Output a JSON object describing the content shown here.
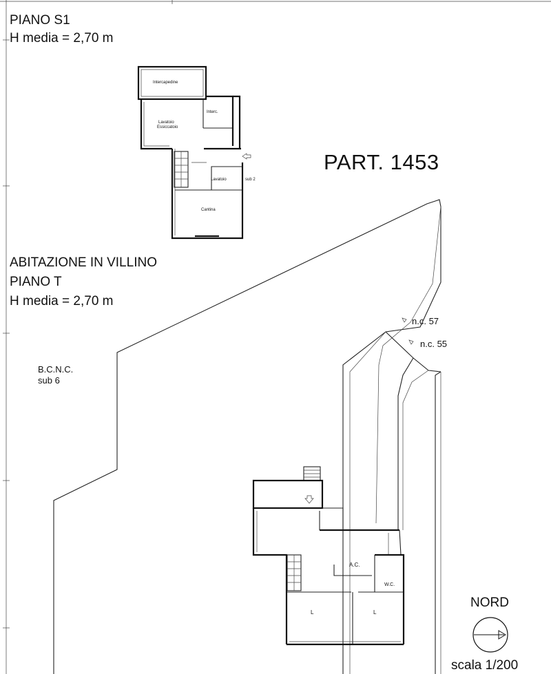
{
  "floor_s1": {
    "title": "PIANO S1",
    "height": "H media = 2,70 m",
    "rooms": {
      "intercapedine": "Intercapedine",
      "interc": "Interc.",
      "lavatoio_essiccatoio_1": "Lavatoio",
      "lavatoio_essiccatoio_2": "Essiccatoio",
      "lavatoio": "Lavatoio",
      "cantina": "Cantina",
      "sub": "sub 2"
    }
  },
  "parcel": "PART. 1453",
  "floor_t": {
    "title_1": "ABITAZIONE IN VILLINO",
    "title_2": "PIANO T",
    "height": "H media = 2,70 m",
    "common": "B.C.N.C.",
    "common_sub": "sub 6",
    "civic_1": "n.c. 57",
    "civic_2": "n.c. 55",
    "rooms": {
      "ac": "A.C.",
      "wc": "W.C.",
      "l1": "L",
      "l2": "L"
    }
  },
  "north": "NORD",
  "scale": "scala 1/200"
}
